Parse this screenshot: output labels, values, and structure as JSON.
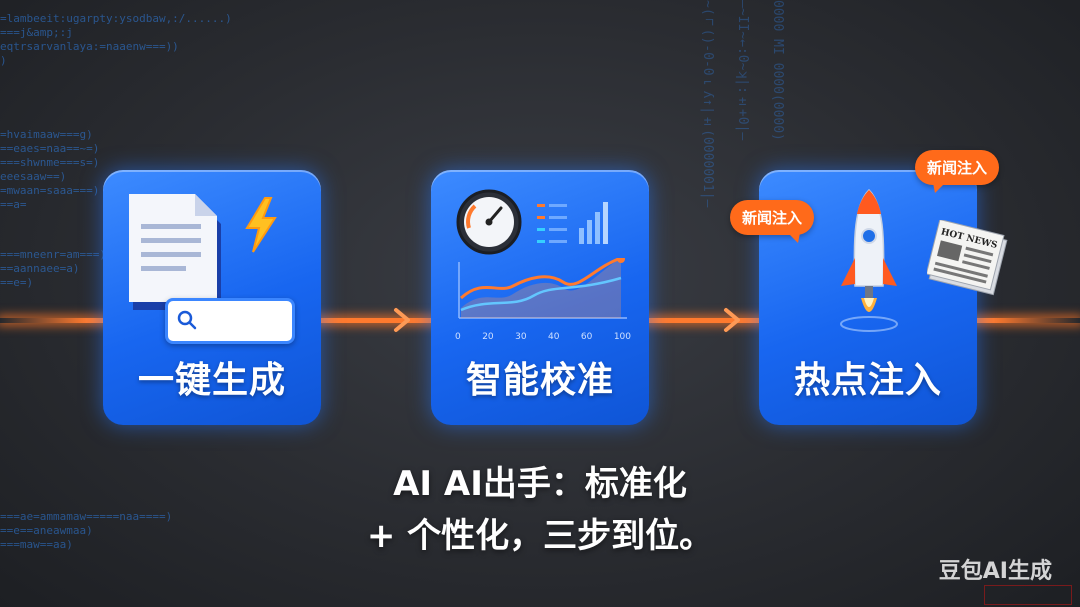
{
  "cards": [
    {
      "label": "一键生成",
      "icon": "document-lightning-icon"
    },
    {
      "label": "智能校准",
      "icon": "gauge-chart-icon"
    },
    {
      "label": "热点注入",
      "icon": "rocket-newspaper-icon"
    }
  ],
  "bubbles": [
    "新闻注入",
    "新闻注入"
  ],
  "chart_ticks": [
    "0",
    "20",
    "30",
    "40",
    "60",
    "100"
  ],
  "newspaper_text": "HOT NEWS",
  "caption": {
    "line1": "AI AI出手：标准化",
    "line2": "+ 个性化，三步到位。"
  },
  "watermark": "豆包AI生成",
  "colors": {
    "accent": "#ff7a2e",
    "card": "#1866f0",
    "background": "#2a2c31"
  }
}
